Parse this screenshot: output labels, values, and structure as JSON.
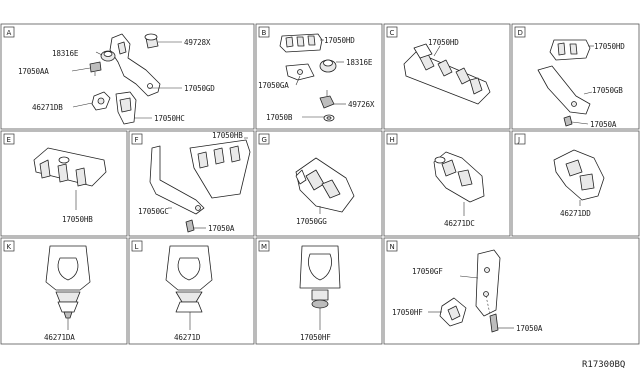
{
  "diagram": {
    "reference_code": "R17300BQ",
    "panels": [
      {
        "key": "A",
        "letter": "A",
        "labels": [
          "18316E",
          "17050AA",
          "46271DB",
          "49728X",
          "17050GD",
          "17050HC"
        ]
      },
      {
        "key": "B",
        "letter": "B",
        "labels": [
          "17050HD",
          "18316E",
          "17050GA",
          "49726X",
          "17050B"
        ]
      },
      {
        "key": "C",
        "letter": "C",
        "labels": [
          "17050HD"
        ]
      },
      {
        "key": "D",
        "letter": "D",
        "labels": [
          "17050HD",
          "17050GB",
          "17050A"
        ]
      },
      {
        "key": "E",
        "letter": "E",
        "labels": [
          "17050HB"
        ]
      },
      {
        "key": "F",
        "letter": "F",
        "labels": [
          "17050HB",
          "17050GC",
          "17050A"
        ]
      },
      {
        "key": "G",
        "letter": "G",
        "labels": [
          "17050GG"
        ]
      },
      {
        "key": "H",
        "letter": "H",
        "labels": [
          "46271DC"
        ]
      },
      {
        "key": "J",
        "letter": "J",
        "labels": [
          "46271DD"
        ]
      },
      {
        "key": "K",
        "letter": "K",
        "labels": [
          "46271DA"
        ]
      },
      {
        "key": "L",
        "letter": "L",
        "labels": [
          "46271D"
        ]
      },
      {
        "key": "M",
        "letter": "M",
        "labels": [
          "17050HF"
        ]
      },
      {
        "key": "N",
        "letter": "N",
        "labels": [
          "17050GF",
          "17050HF",
          "17050A"
        ]
      }
    ]
  }
}
